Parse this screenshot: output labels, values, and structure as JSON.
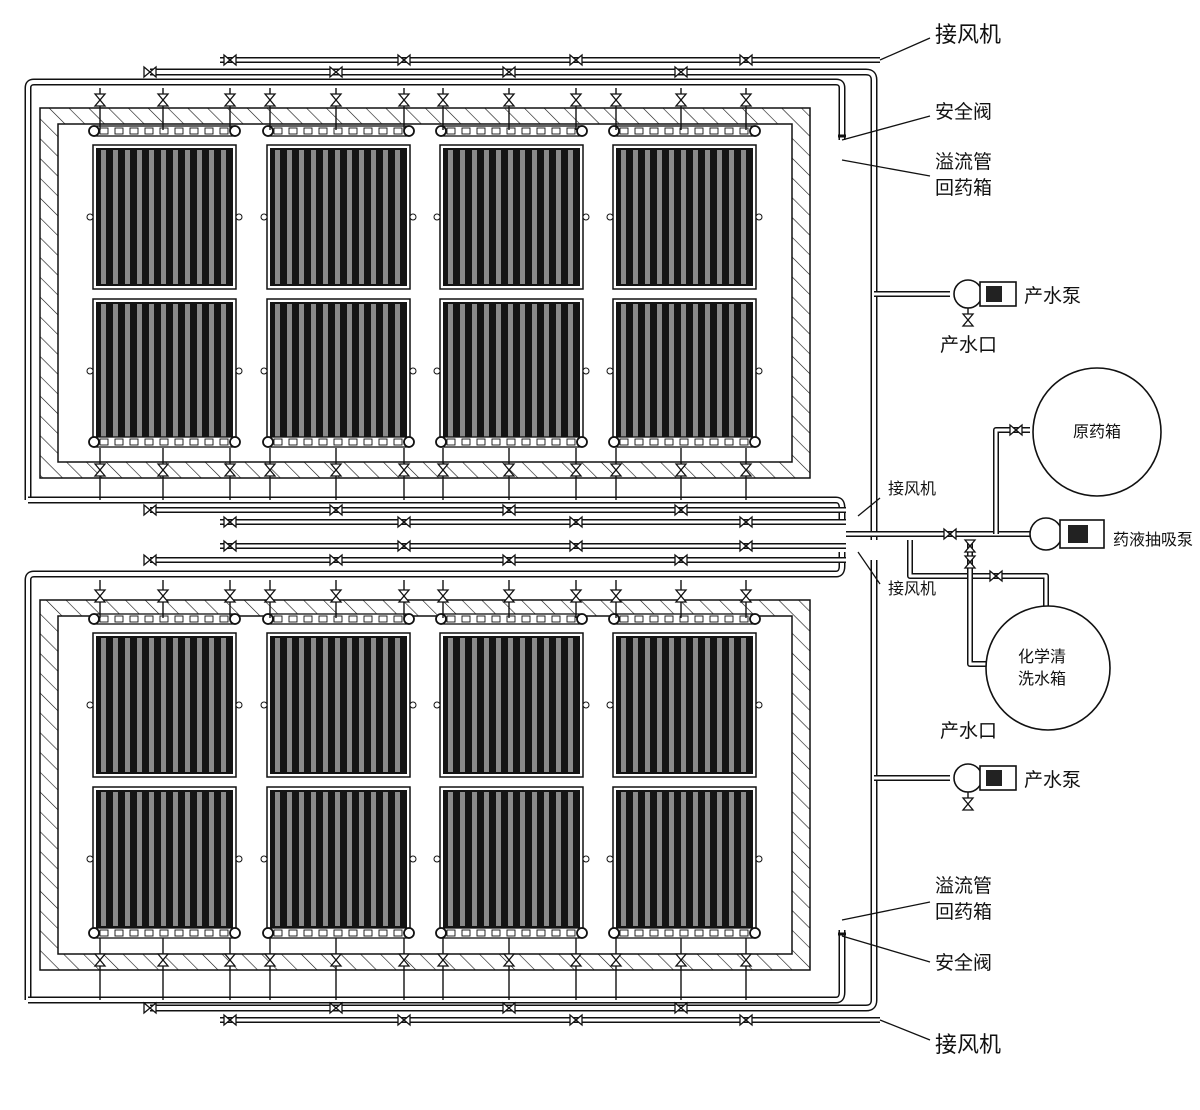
{
  "labels": {
    "fan_top": "接风机",
    "safety_valve_top": "安全阀",
    "overflow_top_1": "溢流管",
    "overflow_top_2": "回药箱",
    "product_pump_top": "产水泵",
    "outlet_top": "产水口",
    "raw_tank": "原药箱",
    "fan_mid_1": "接风机",
    "chem_pump": "药液抽吸泵",
    "fan_mid_2": "接风机",
    "clean_tank_1": "化学清",
    "clean_tank_2": "洗水箱",
    "outlet_bottom": "产水口",
    "product_pump_bottom": "产水泵",
    "overflow_bottom_1": "溢流管",
    "overflow_bottom_2": "回药箱",
    "safety_valve_bottom": "安全阀",
    "fan_bottom": "接风机"
  },
  "colors": {
    "line": "#111111",
    "module_dark": "#141414",
    "module_stripe": "#8a8a8a"
  }
}
